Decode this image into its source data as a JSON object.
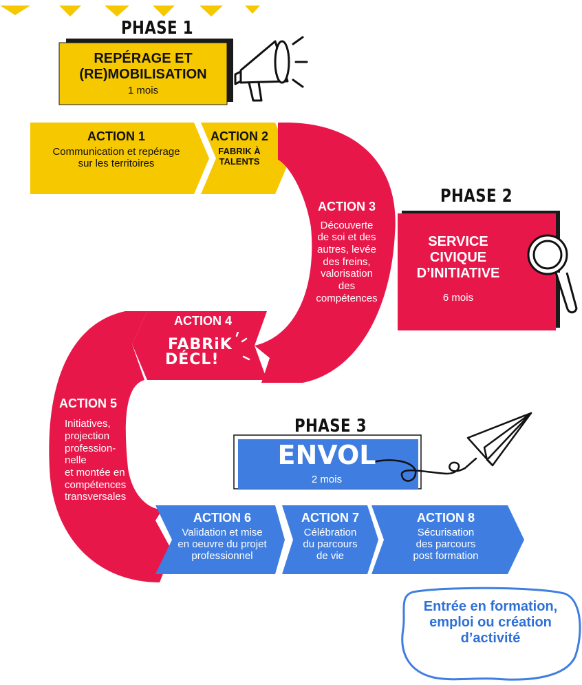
{
  "colors": {
    "yellow": "#f6c800",
    "red": "#e8174a",
    "blue": "#3f7ee0",
    "dark": "#111111"
  },
  "phase1": {
    "title": "PHASE 1",
    "box_line1": "REPÉRAGE ET",
    "box_line2": "(RE)MOBILISATION",
    "duration": "1 mois",
    "icon": "megaphone-icon"
  },
  "phase2": {
    "title": "PHASE 2",
    "box_line1": "SERVICE",
    "box_line2": "CIVIQUE",
    "box_line3": "D’INITIATIVE",
    "duration": "6 mois",
    "icon": "magnifier-icon"
  },
  "phase3": {
    "title": "PHASE 3",
    "box_title": "ENVOL",
    "duration": "2 mois",
    "icon": "paper-plane-icon"
  },
  "actions": {
    "a1": {
      "title": "ACTION 1",
      "line1": "Communication et repérage",
      "line2": "sur les territoires"
    },
    "a2": {
      "title": "ACTION 2",
      "line1": "FABRIK À",
      "line2": "TALENTS"
    },
    "a3": {
      "title": "ACTION 3",
      "lines": [
        "Découverte",
        "de soi et des",
        "autres, levée",
        "des freins,",
        "valorisation",
        "des",
        "compétences"
      ]
    },
    "a4": {
      "title": "ACTION 4",
      "logo_line1": "FABRiK",
      "logo_line2": "DÉCL!"
    },
    "a5": {
      "title": "ACTION 5",
      "lines": [
        "Initiatives,",
        "projection",
        "profession-",
        "nelle",
        "et montée en",
        "compétences",
        "transversales"
      ]
    },
    "a6": {
      "title": "ACTION 6",
      "lines": [
        "Validation et mise",
        "en oeuvre du projet",
        "professionnel"
      ]
    },
    "a7": {
      "title": "ACTION 7",
      "lines": [
        "Célébration",
        "du parcours",
        "de vie"
      ]
    },
    "a8": {
      "title": "ACTION 8",
      "lines": [
        "Sécurisation",
        "des parcours",
        "post formation"
      ]
    }
  },
  "outcome": {
    "line1": "Entrée en formation,",
    "line2": "emploi ou création",
    "line3": "d’activité"
  }
}
